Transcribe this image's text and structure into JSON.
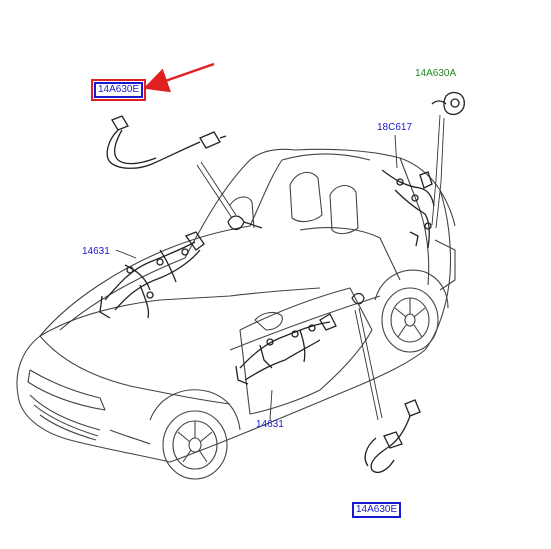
{
  "labels": {
    "part_top_left": "14A630E",
    "part_top_right": "14A630A",
    "part_roof": "18C617",
    "part_front_harness": "14631",
    "part_door_harness": "14631",
    "part_bottom": "14A630E"
  },
  "colors": {
    "label_blue": "#1a1ad0",
    "label_green": "#1f8a1f",
    "highlight_red": "#e02020",
    "line_art": "#333333"
  }
}
